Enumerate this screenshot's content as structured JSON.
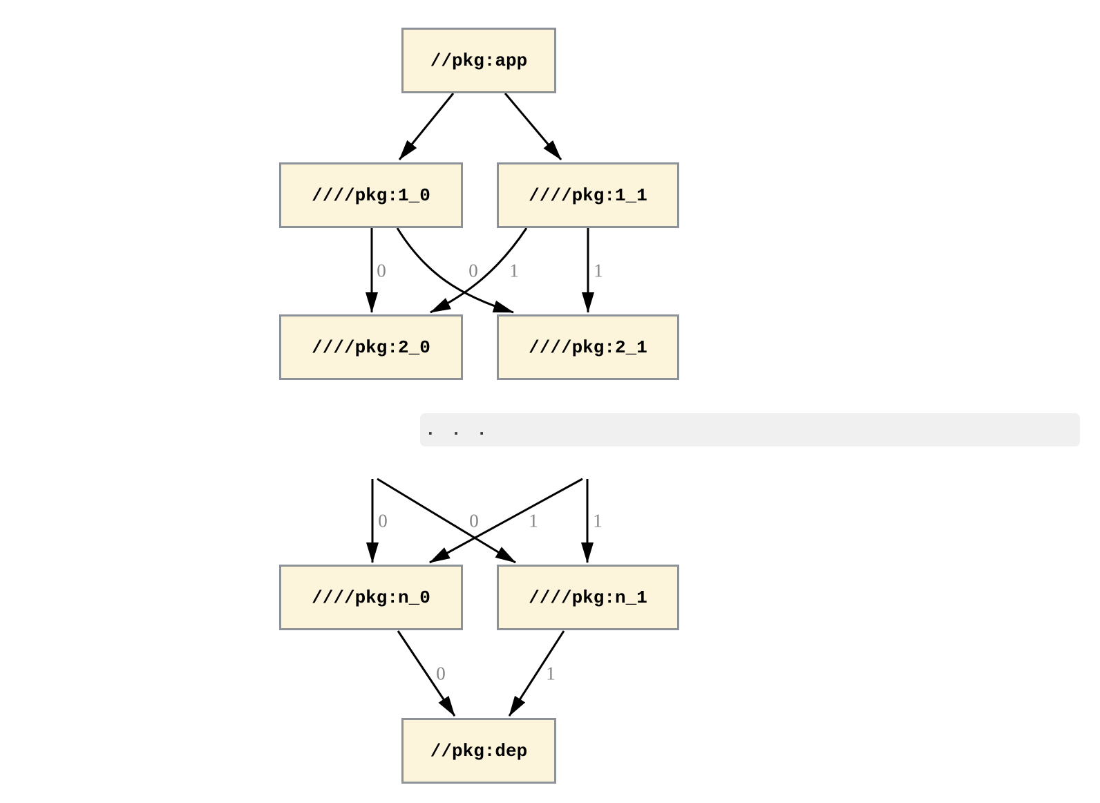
{
  "diagram": {
    "type": "dependency-graph",
    "nodes": [
      {
        "id": "app",
        "label": "//pkg:app"
      },
      {
        "id": "1_0",
        "label": "////pkg:1_0"
      },
      {
        "id": "1_1",
        "label": "////pkg:1_1"
      },
      {
        "id": "2_0",
        "label": "////pkg:2_0"
      },
      {
        "id": "2_1",
        "label": "////pkg:2_1"
      },
      {
        "id": "n_0",
        "label": "////pkg:n_0"
      },
      {
        "id": "n_1",
        "label": "////pkg:n_1"
      },
      {
        "id": "dep",
        "label": "//pkg:dep"
      }
    ],
    "ellipsis": ". . .",
    "edges": [
      {
        "from": "app",
        "to": "1_0",
        "label": ""
      },
      {
        "from": "app",
        "to": "1_1",
        "label": ""
      },
      {
        "from": "1_0",
        "to": "2_0",
        "label": "0"
      },
      {
        "from": "1_0",
        "to": "2_1",
        "label": "1"
      },
      {
        "from": "1_1",
        "to": "2_0",
        "label": "0"
      },
      {
        "from": "1_1",
        "to": "2_1",
        "label": "1"
      },
      {
        "from": "ellipsis-left",
        "to": "n_0",
        "label": "0"
      },
      {
        "from": "ellipsis-left",
        "to": "n_1",
        "label": "1"
      },
      {
        "from": "ellipsis-right",
        "to": "n_0",
        "label": "0"
      },
      {
        "from": "ellipsis-right",
        "to": "n_1",
        "label": "1"
      },
      {
        "from": "n_0",
        "to": "dep",
        "label": "0"
      },
      {
        "from": "n_1",
        "to": "dep",
        "label": "1"
      }
    ],
    "colors": {
      "node_fill": "#FCF5DC",
      "node_border": "#8C9298",
      "edge": "#000000",
      "edge_label": "#848484",
      "ellipsis_bar": "#F0F0F0",
      "background": "#FFFFFF"
    }
  }
}
